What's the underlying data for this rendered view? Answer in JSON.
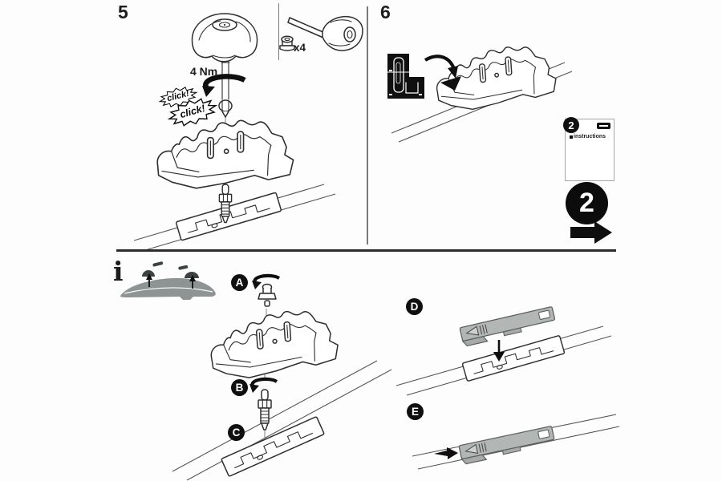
{
  "steps": {
    "step5": {
      "number": "5",
      "torque_label": "4 Nm",
      "click_labels": [
        "click!",
        "click!"
      ],
      "hardware_qty": "x4"
    },
    "step6": {
      "number": "6"
    }
  },
  "sidebar": {
    "manual_card": {
      "badge": "2",
      "title": "instructions"
    },
    "step_badge": "2"
  },
  "info_section": {
    "info_symbol": "i",
    "callouts": {
      "a": "A",
      "b": "B",
      "c": "C",
      "d": "D",
      "e": "E"
    }
  },
  "colors": {
    "ink": "#2e2e2e",
    "accent_black": "#0f0f0f",
    "roof_gray": "#8e9493",
    "cover_gray": "#b2b7b6",
    "pad_dark": "#3c4241",
    "background": "#fdfdfd"
  }
}
